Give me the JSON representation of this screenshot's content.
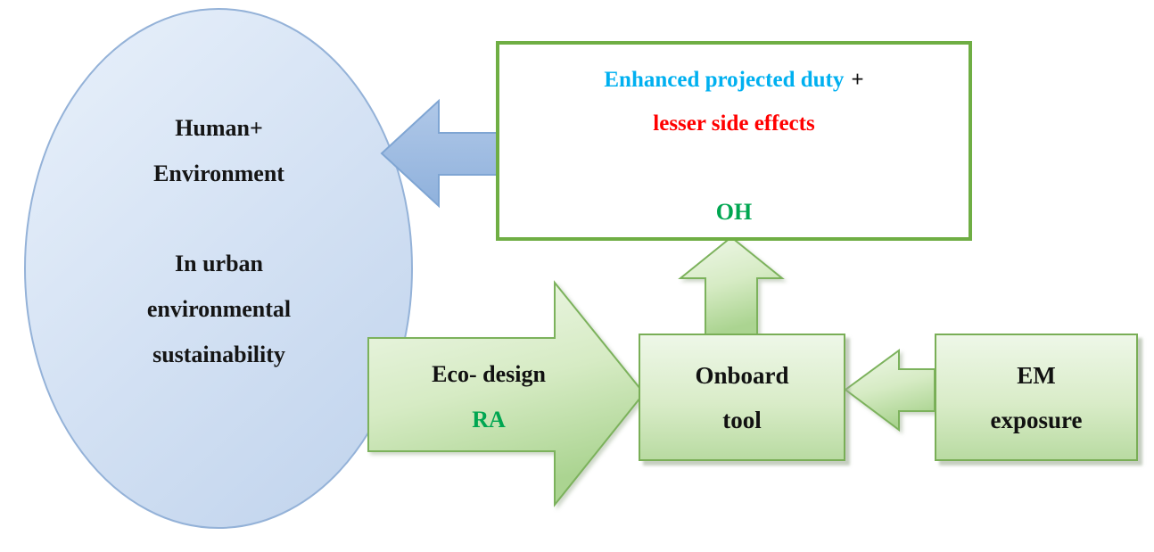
{
  "ellipse": {
    "line1": "Human+",
    "line2": "Environment",
    "line3": "In urban",
    "line4": "environmental",
    "line5": "sustainability"
  },
  "outcome_box": {
    "benefit": "Enhanced projected duty",
    "plus": "+",
    "side_effects": "lesser side effects",
    "oh": "OH"
  },
  "eco_arrow": {
    "label": "Eco- design",
    "ra": "RA"
  },
  "onboard_box": {
    "line1": "Onboard",
    "line2": "tool"
  },
  "em_box": {
    "line1": "EM",
    "line2": "exposure"
  },
  "colors": {
    "benefit_text": "#00b0f0",
    "side_effects_text": "#ff0000",
    "green_text": "#00a651",
    "green_border": "#6fae44",
    "green_fill_light": "#eef7e8",
    "green_fill_dark": "#abd491",
    "blue_fill": "#9cb9e0",
    "ellipse_fill_light": "#e6eefa",
    "ellipse_fill_dark": "#c4d6ee"
  }
}
